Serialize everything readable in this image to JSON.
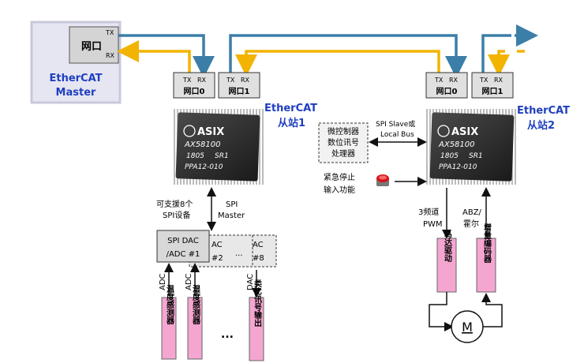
{
  "master": {
    "label_line1": "EtherCAT",
    "label_line2": "Master",
    "port_label": "网口",
    "tx": "TX",
    "rx": "RX"
  },
  "slave1": {
    "port0": {
      "tx": "TX",
      "rx": "RX",
      "name": "网口0"
    },
    "port1": {
      "tx": "TX",
      "rx": "RX",
      "name": "网口1"
    },
    "label_line1": "EtherCAT",
    "label_line2": "从站1",
    "chip": {
      "brand": "ASIX",
      "model": "AX58100",
      "code1": "1805",
      "code2": "SR1",
      "code3": "PPA12-010"
    },
    "spi_support_line1": "可支援8个",
    "spi_support_line2": "SPI设备",
    "spi_master_line1": "SPI",
    "spi_master_line2": "Master",
    "dac1_line1": "SPI DAC",
    "dac1_line2": "/ADC #1",
    "dac2_line1": "AC",
    "dac2_line2": "#2",
    "dac8_line1": "AC",
    "dac8_line2": "#8",
    "dots_mid": "...",
    "adc_label": "ADC",
    "dac_label": "DAC",
    "sensor1": "温度感测器",
    "sensor2": "湿度感测器",
    "output": "类比讯号输出",
    "ellipsis": "..."
  },
  "slave2": {
    "port0": {
      "tx": "TX",
      "rx": "RX",
      "name": "网口0"
    },
    "port1": {
      "tx": "TX",
      "rx": "RX",
      "name": "网口1"
    },
    "label_line1": "EtherCAT",
    "label_line2": "从站2",
    "chip": {
      "brand": "ASIX",
      "model": "AX58100",
      "code1": "1805",
      "code2": "SR1",
      "code3": "PPA12-010"
    },
    "mcu_line1": "微控制器",
    "mcu_line2": "数位讯号",
    "mcu_line3": "处理器",
    "bus_line1": "SPI Slave或",
    "bus_line2": "Local Bus",
    "estop_line1": "紧急停止",
    "estop_line2": "输入功能",
    "pwm_line1": "3频道",
    "pwm_line2": "PWM",
    "abz_line1": "ABZ/",
    "abz_line2": "霍尔",
    "motor_driver": "马达驱动",
    "encoder": "增量编码器",
    "motor": "M"
  },
  "colors": {
    "blue_line": "#3b7ea8",
    "yellow_line": "#f2b400",
    "accent_text": "#1f3fbf",
    "pink": "#f4a6d0"
  }
}
